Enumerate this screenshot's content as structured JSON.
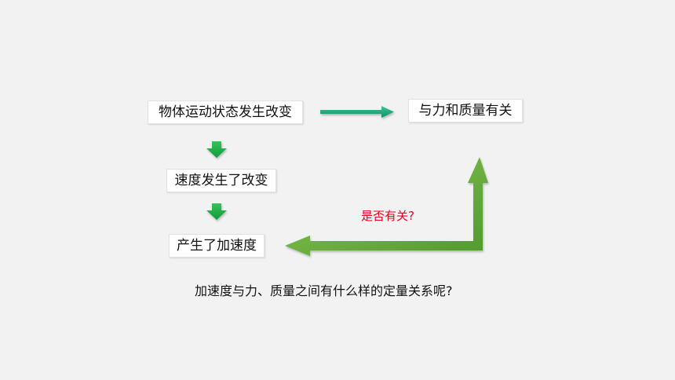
{
  "diagram": {
    "boxes": {
      "motion_change": "物体运动状态发生改变",
      "related_force_mass": "与力和质量有关",
      "velocity_changed": "速度发生了改变",
      "acceleration": "产生了加速度"
    },
    "question_label": "是否有关?",
    "bottom_question": "加速度与力、质量之间有什么样的定量关系呢?"
  },
  "colors": {
    "background": "#f2f2f2",
    "teal_arrow": "#1aa87a",
    "down_arrow": "#1fb049",
    "big_arrow": "#6aab3c",
    "question_red": "#e8001c"
  }
}
